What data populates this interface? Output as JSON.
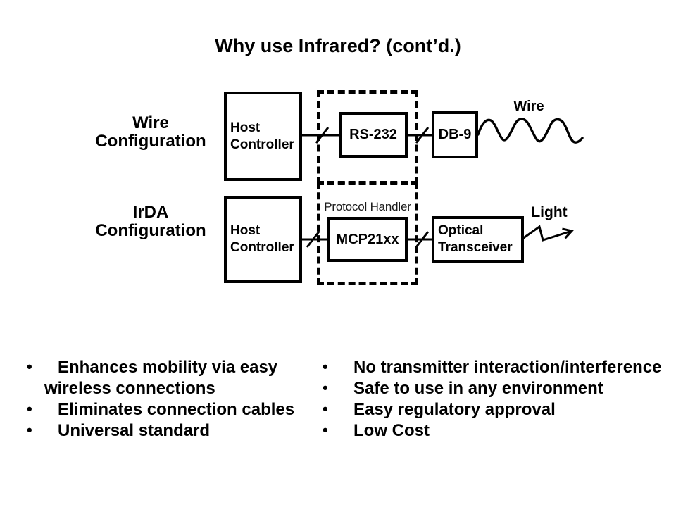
{
  "slide": {
    "title": "Why use Infrared? (cont’d.)"
  },
  "diagram": {
    "wire_row_label": "Wire\nConfiguration",
    "irda_row_label": "IrDA\nConfiguration",
    "host_controller_label": "Host\nController",
    "rs232_label": "RS-232",
    "db9_label": "DB-9",
    "mcp21xx_label": "MCP21xx",
    "optical_transceiver_label": "Optical\nTransceiver",
    "protocol_handler_label": "Protocol Handler",
    "wire_medium_label": "Wire",
    "light_medium_label": "Light"
  },
  "bullets": {
    "glyph": "•",
    "left": [
      {
        "text": "Enhances mobility via easy\nwireless connections"
      },
      {
        "text": "Eliminates connection cables"
      },
      {
        "text": "Universal standard"
      }
    ],
    "right": [
      {
        "text": "No transmitter interaction/interference"
      },
      {
        "text": "Safe to use in any environment"
      },
      {
        "text": "Easy regulatory approval"
      },
      {
        "text": "Low Cost"
      }
    ]
  },
  "colors": {
    "ink": "#000000",
    "background": "#ffffff"
  }
}
